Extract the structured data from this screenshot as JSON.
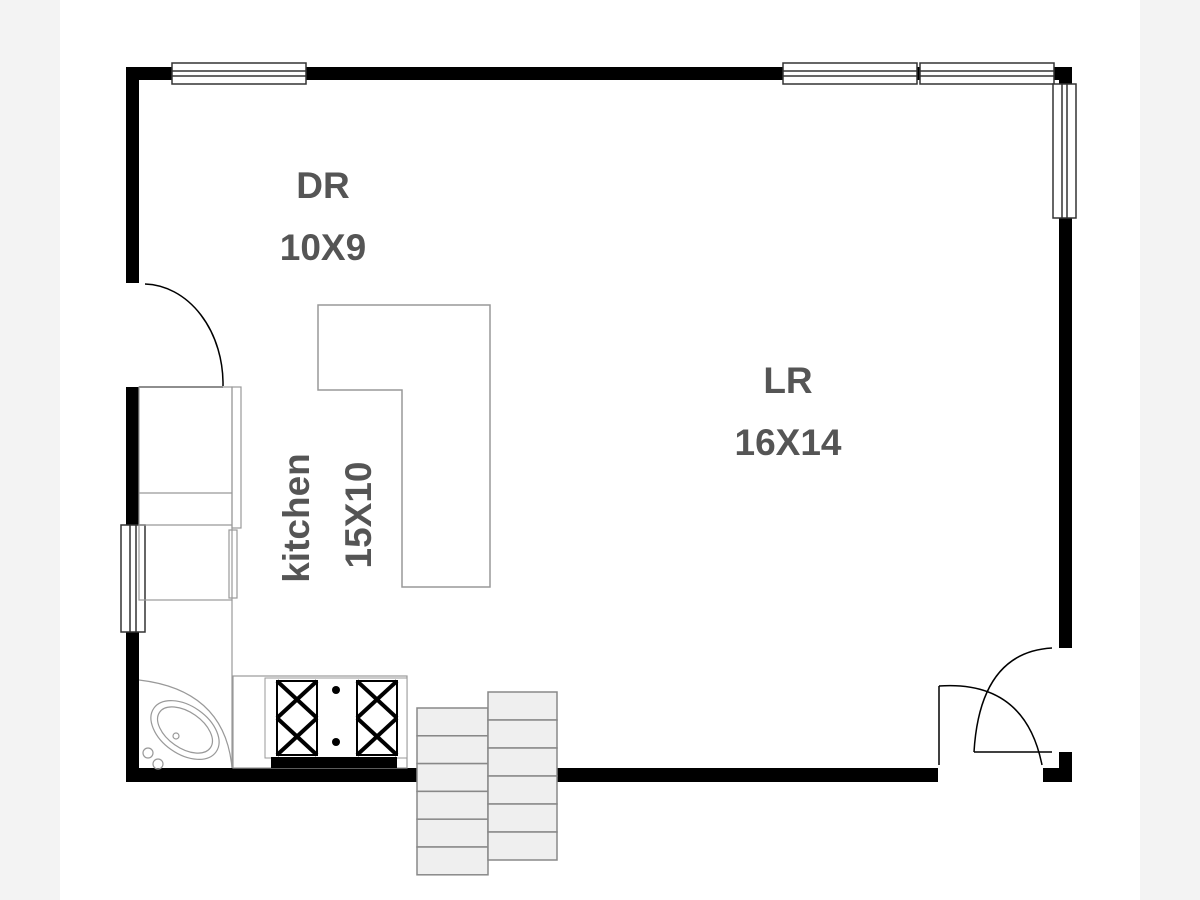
{
  "rooms": {
    "dining": {
      "name": "DR",
      "size": "10X9"
    },
    "living": {
      "name": "LR",
      "size": "16X14"
    },
    "kitchen": {
      "name": "kitchen",
      "size": "15X10"
    }
  }
}
